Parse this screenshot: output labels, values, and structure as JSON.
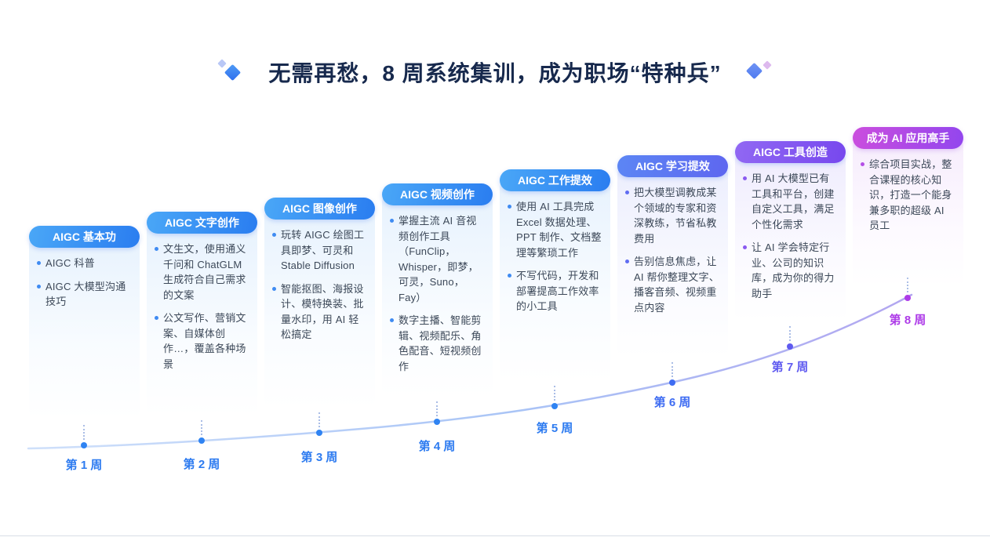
{
  "title": {
    "text": "无需再愁，8 周系统集训，成为职场“特种兵”"
  },
  "cards": [
    {
      "header": "AIGC 基本功",
      "week": "第 1 周",
      "bullets": [
        "AIGC 科普",
        "AIGC 大模型沟通技巧"
      ]
    },
    {
      "header": "AIGC 文字创作",
      "week": "第 2 周",
      "bullets": [
        "文生文，使用通义千问和 ChatGLM 生成符合自己需求的文案",
        "公文写作、营销文案、自媒体创作…，覆盖各种场景"
      ]
    },
    {
      "header": "AIGC 图像创作",
      "week": "第 3 周",
      "bullets": [
        "玩转 AIGC 绘图工具即梦、可灵和 Stable Diffusion",
        "智能抠图、海报设计、模特换装、批量水印，用 AI 轻松搞定"
      ]
    },
    {
      "header": "AIGC 视频创作",
      "week": "第 4 周",
      "bullets": [
        "掌握主流 AI 音视频创作工具（FunClip，Whisper，即梦，可灵，Suno，Fay）",
        "数字主播、智能剪辑、视频配乐、角色配音、短视频创作"
      ]
    },
    {
      "header": "AIGC 工作提效",
      "week": "第 5 周",
      "bullets": [
        "使用 AI 工具完成 Excel 数据处理、PPT 制作、文档整理等繁琐工作",
        "不写代码，开发和部署提高工作效率的小工具"
      ]
    },
    {
      "header": "AIGC 学习提效",
      "week": "第 6 周",
      "bullets": [
        "把大模型调教成某个领域的专家和资深教练，节省私教费用",
        "告别信息焦虑，让 AI 帮你整理文字、播客音频、视频重点内容"
      ]
    },
    {
      "header": "AIGC 工具创造",
      "week": "第 7 周",
      "bullets": [
        "用 AI 大模型已有工具和平台，创建自定义工具，满足个性化需求",
        "让 AI 学会特定行业、公司的知识库，成为你的得力助手"
      ]
    },
    {
      "header": "成为 AI 应用高手",
      "week": "第 8 周",
      "bullets": [
        "综合项目实战，整合课程的核心知识，打造一个能身兼多职的超级 AI 员工"
      ]
    }
  ],
  "colors": {
    "header_blue": "#2f8cf3",
    "header_indigo": "#5e6cf2",
    "header_purple": "#7f52f0",
    "header_magenta": "#b049e4",
    "week_label_blue": "#2d7bf0",
    "week_label_indigo": "#3e6cf2",
    "week_label_purple": "#5f5af0",
    "week_label_magenta": "#ae3ce8",
    "title_color": "#17294d",
    "curve_start": "#cfe0fa",
    "curve_end": "#b2a6f0"
  }
}
